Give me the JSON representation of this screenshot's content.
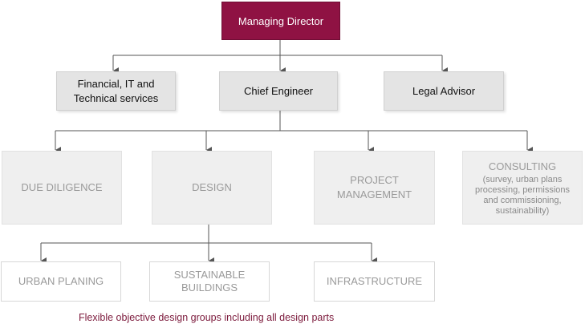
{
  "colors": {
    "accent": "#8f1243",
    "caption": "#7c1a3c",
    "connector": "#555555"
  },
  "top": {
    "label": "Managing Director"
  },
  "level1": {
    "financial": {
      "line1": "Financial, IT and",
      "line2": "Technical services"
    },
    "chief": {
      "label": "Chief Engineer"
    },
    "legal": {
      "label": "Legal Advisor"
    }
  },
  "level2": {
    "due_diligence": {
      "label": "DUE DILIGENCE"
    },
    "design": {
      "label": "DESIGN"
    },
    "project_management": {
      "line1": "PROJECT",
      "line2": "MANAGEMENT"
    },
    "consulting": {
      "title": "CONSULTING",
      "sub1": "(survey, urban plans",
      "sub2": "processing, permissions",
      "sub3": "and commissioning,",
      "sub4": "sustainability)"
    }
  },
  "level3": {
    "urban": {
      "label": "URBAN PLANING"
    },
    "sustainable": {
      "line1": "SUSTAINABLE",
      "line2": "BUILDINGS"
    },
    "infrastructure": {
      "label": "INFRASTRUCTURE"
    }
  },
  "caption": "Flexible  objective design groups including all design parts"
}
